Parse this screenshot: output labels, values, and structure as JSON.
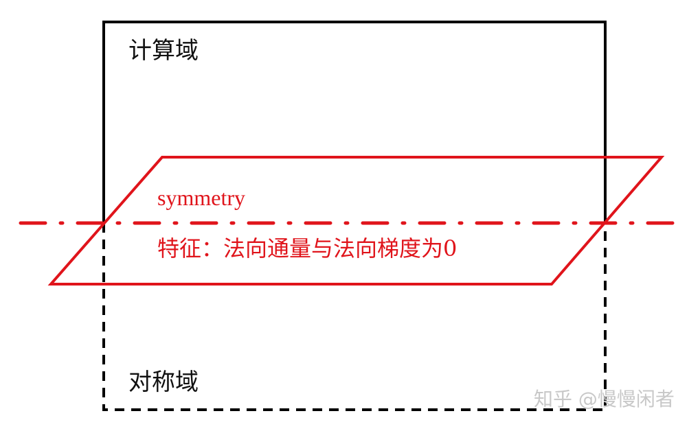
{
  "diagram": {
    "computation_domain": {
      "label": "计算域",
      "style": "solid",
      "color": "#000000"
    },
    "symmetry_domain": {
      "label": "对称域",
      "style": "dashed",
      "color": "#000000"
    },
    "symmetry_plane": {
      "name": "symmetry",
      "feature": "特征：法向通量与法向梯度为0",
      "color": "#e0141b"
    },
    "symmetry_axis": {
      "style": "dash-dot",
      "color": "#e0141b"
    },
    "watermark": "知乎 @慢慢闲者"
  }
}
